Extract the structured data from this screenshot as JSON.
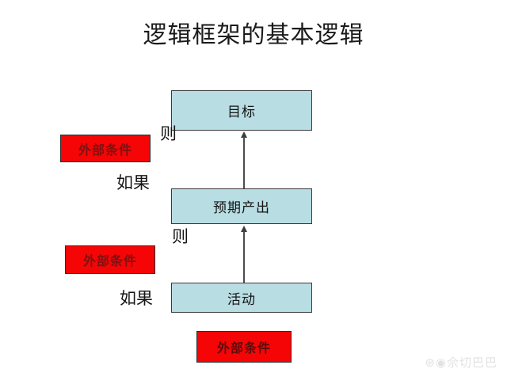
{
  "slide": {
    "title": "逻辑框架的基本逻辑",
    "background_color": "#ffffff"
  },
  "colors": {
    "outcome_fill": "#b8dde3",
    "outcome_border": "#3a3a3a",
    "condition_fill": "#f50505",
    "condition_border": "#2e2e2e",
    "condition_text": "#7e1111",
    "arrow": "#4c4c4c",
    "title_text": "#1b1b1b",
    "watermark_text": "#e2e2e2"
  },
  "nodes": {
    "goal": {
      "label": "目标"
    },
    "expected_output": {
      "label": "预期产出"
    },
    "activity": {
      "label": "活动"
    }
  },
  "conditions": [
    {
      "label": "外部条件"
    },
    {
      "label": "外部条件"
    },
    {
      "label": "外部条件"
    }
  ],
  "connectors": [
    {
      "label": "则"
    },
    {
      "label": "如果"
    },
    {
      "label": "则"
    },
    {
      "label": "如果"
    }
  ],
  "arrows": [
    {
      "from": "expected_output",
      "to": "goal",
      "direction": "up"
    },
    {
      "from": "activity",
      "to": "expected_output",
      "direction": "up"
    }
  ],
  "watermark": {
    "text": "⊛◉佘切巴巴"
  }
}
